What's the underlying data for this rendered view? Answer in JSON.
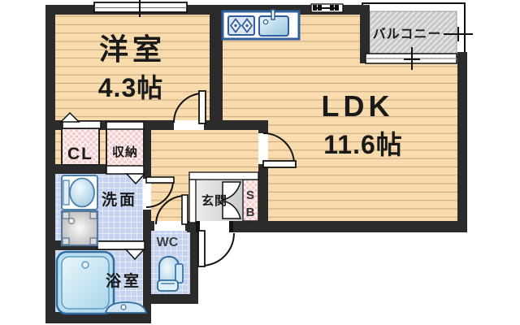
{
  "floorplan": {
    "type": "japanese-apartment-floor-plan",
    "rooms": {
      "western": {
        "label": "洋室",
        "size": "4.3帖"
      },
      "ldk": {
        "label": "LDK",
        "size": "11.6帖"
      },
      "balcony": {
        "label": "バルコニー"
      },
      "closet": {
        "label": "CL"
      },
      "storage": {
        "label": "収納"
      },
      "washroom": {
        "label": "洗面"
      },
      "bathroom": {
        "label": "浴室"
      },
      "toilet": {
        "label": "WC"
      },
      "entrance": {
        "label": "玄関"
      },
      "shoebox": {
        "label_line1": "S",
        "label_line2": "B"
      }
    },
    "fixtures": [
      "kitchen-stove",
      "kitchen-sink",
      "washbasin",
      "washing-machine-pan",
      "bathtub",
      "bath-counter",
      "toilet-bowl"
    ],
    "colors": {
      "wall": "#2b2b2b",
      "wood_floor": "#f8dcae",
      "wood_line": "#c9a87d",
      "tile_blue": "#c5d3ef",
      "closet_pink": "#f5caca",
      "balcony_gray": "#c9c9c9",
      "entrance_gray": "#dedede",
      "fixture_blue": "#2e6da0",
      "kitchen_blue": "#2f5f9e"
    }
  }
}
